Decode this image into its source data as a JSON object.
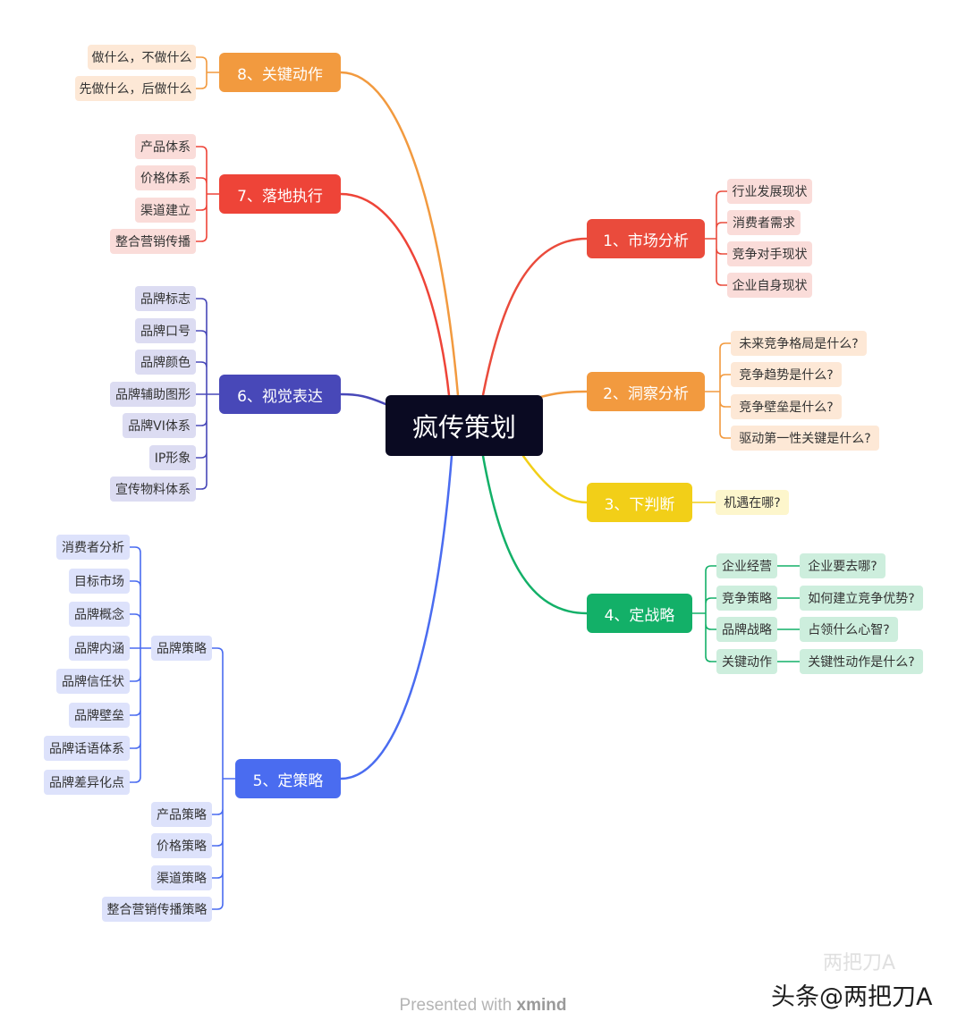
{
  "central": {
    "label": "疯传策划"
  },
  "colors": {
    "c1": "#ea4b3c",
    "c2": "#f29a3f",
    "c3": "#f2cf18",
    "c4": "#13b068",
    "c5": "#4a6cf0",
    "c6": "#4848b8",
    "c7": "#ee4438",
    "c8": "#f29a3f",
    "center": "#0a0a22"
  },
  "branches": [
    {
      "id": "b1",
      "label": "1、市场分析",
      "children": [
        {
          "label": "行业发展现状"
        },
        {
          "label": "消费者需求"
        },
        {
          "label": "竞争对手现状"
        },
        {
          "label": "企业自身现状"
        }
      ]
    },
    {
      "id": "b2",
      "label": "2、洞察分析",
      "children": [
        {
          "label": "未来竞争格局是什么?"
        },
        {
          "label": "竞争趋势是什么?"
        },
        {
          "label": "竞争壁垒是什么?"
        },
        {
          "label": "驱动第一性关键是什么?"
        }
      ]
    },
    {
      "id": "b3",
      "label": "3、下判断",
      "children": [
        {
          "label": "机遇在哪?"
        }
      ]
    },
    {
      "id": "b4",
      "label": "4、定战略",
      "children": [
        {
          "label": "企业经营",
          "detail": "企业要去哪?"
        },
        {
          "label": "竞争策略",
          "detail": "如何建立竞争优势?"
        },
        {
          "label": "品牌战略",
          "detail": "占领什么心智?"
        },
        {
          "label": "关键动作",
          "detail": "关键性动作是什么?"
        }
      ]
    },
    {
      "id": "b5",
      "label": "5、定策略",
      "children": [
        {
          "label": "品牌策略",
          "children": [
            {
              "label": "消费者分析"
            },
            {
              "label": "目标市场"
            },
            {
              "label": "品牌概念"
            },
            {
              "label": "品牌内涵"
            },
            {
              "label": "品牌信任状"
            },
            {
              "label": "品牌壁垒"
            },
            {
              "label": "品牌话语体系"
            },
            {
              "label": "品牌差异化点"
            }
          ]
        },
        {
          "label": "产品策略"
        },
        {
          "label": "价格策略"
        },
        {
          "label": "渠道策略"
        },
        {
          "label": "整合营销传播策略"
        }
      ]
    },
    {
      "id": "b6",
      "label": "6、视觉表达",
      "children": [
        {
          "label": "品牌标志"
        },
        {
          "label": "品牌口号"
        },
        {
          "label": "品牌颜色"
        },
        {
          "label": "品牌辅助图形"
        },
        {
          "label": "品牌VI体系"
        },
        {
          "label": "IP形象"
        },
        {
          "label": "宣传物料体系"
        }
      ]
    },
    {
      "id": "b7",
      "label": "7、落地执行",
      "children": [
        {
          "label": "产品体系"
        },
        {
          "label": "价格体系"
        },
        {
          "label": "渠道建立"
        },
        {
          "label": "整合营销传播"
        }
      ]
    },
    {
      "id": "b8",
      "label": "8、关键动作",
      "children": [
        {
          "label": "做什么，不做什么"
        },
        {
          "label": "先做什么，后做什么"
        }
      ]
    }
  ],
  "footer": {
    "prefix": "Presented with ",
    "brand": "xmind"
  },
  "watermark": {
    "text": "头条@两把刀A",
    "ghost": "两把刀A"
  }
}
